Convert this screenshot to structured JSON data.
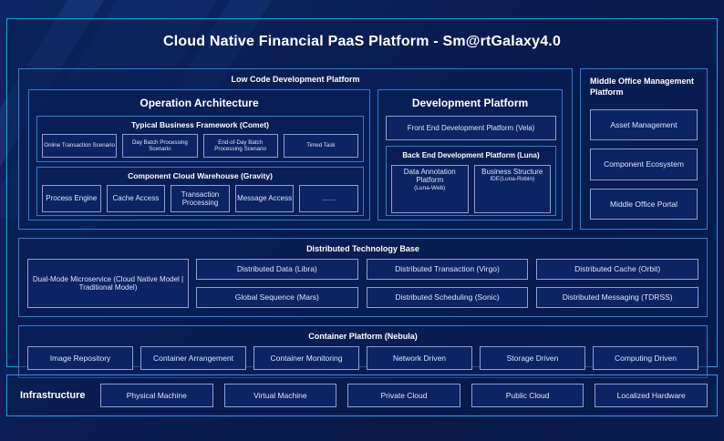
{
  "page_title": "Cloud Native Financial PaaS Platform - Sm@rtGalaxy4.0",
  "colors": {
    "background": "#0a1e52",
    "frame_border": "#1e9cf0",
    "panel_border": "#2d7fd4",
    "box_border": "#8b9fd4",
    "box_fill": "#0c2364",
    "text": "#dde6fb",
    "heading": "#ffffff"
  },
  "low_code": {
    "title": "Low Code Development Platform",
    "operation_architecture": {
      "title": "Operation Architecture",
      "comet": {
        "title": "Typical Business Framework (Comet)",
        "items": [
          "Online Transaction Scenario",
          "Day Batch Processing Scenario",
          "End-of-Day Batch Processing Scenario",
          "Timed Task"
        ]
      },
      "gravity": {
        "title": "Component Cloud Warehouse (Gravity)",
        "items": [
          "Process Engine",
          "Cache Access",
          "Transaction Processing",
          "Message Access",
          "……"
        ]
      }
    },
    "development_platform": {
      "title": "Development Platform",
      "front_end": "Front End Development Platform (Vela)",
      "back_end": {
        "title": "Back End Development Platform (Luna)",
        "items": [
          {
            "name": "Data Annotation Platform",
            "sub": "(Luna-Web)"
          },
          {
            "name": "Business Structure",
            "sub": "IDE(Luna-Robin)"
          }
        ]
      }
    }
  },
  "middle_office": {
    "title": "Middle Office Management Platform",
    "items": [
      "Asset Management",
      "Component Ecosystem",
      "Middle Office Portal"
    ]
  },
  "distributed_technology_base": {
    "title": "Distributed Technology Base",
    "dual_mode": "Dual-Mode Microservice (Cloud Native Model | Traditional Model)",
    "items": [
      "Distributed Data (Libra)",
      "Distributed Transaction (Virgo)",
      "Distributed Cache (Orbit)",
      "Global Sequence (Mars)",
      "Distributed Scheduling (Sonic)",
      "Distributed Messaging (TDRSS)"
    ]
  },
  "container_platform": {
    "title": "Container Platform (Nebula)",
    "items": [
      "Image Repository",
      "Container Arrangement",
      "Container Monitoring",
      "Network Driven",
      "Storage Driven",
      "Computing Driven"
    ]
  },
  "infrastructure": {
    "label": "Infrastructure",
    "items": [
      "Physical Machine",
      "Virtual Machine",
      "Private Cloud",
      "Public Cloud",
      "Localized Hardware"
    ]
  }
}
